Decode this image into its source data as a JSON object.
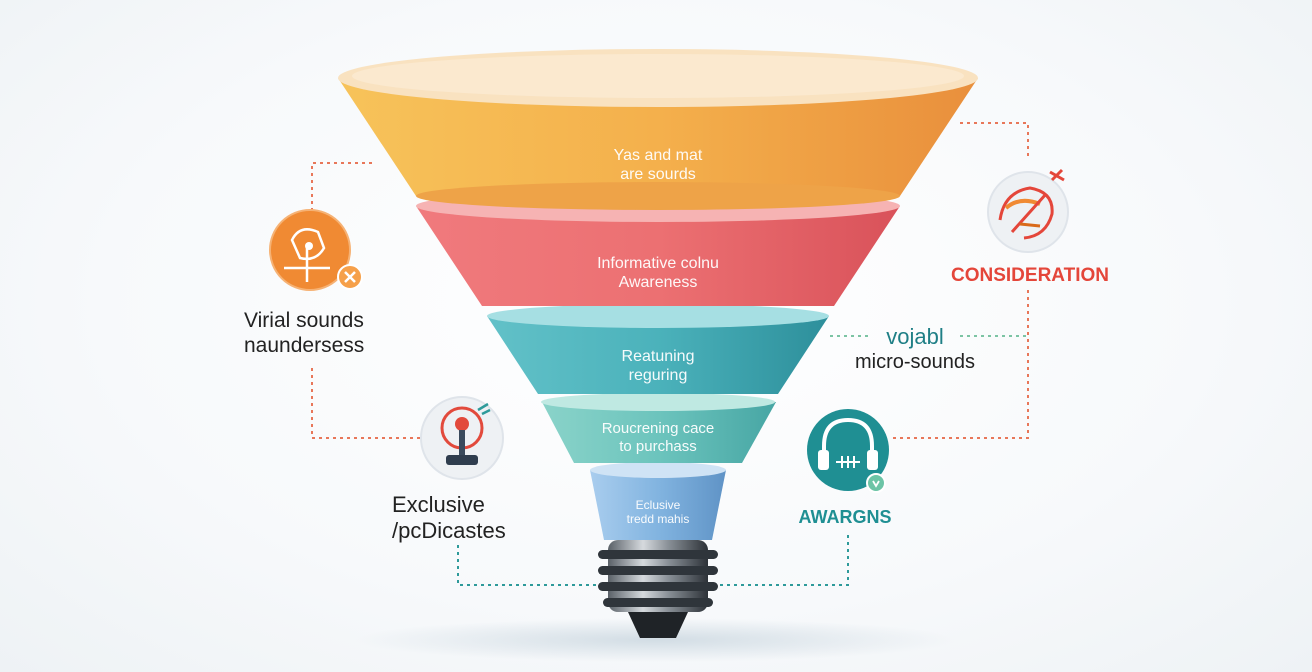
{
  "funnel": {
    "stage1": {
      "line1": "Yas and mat",
      "line2": "are sourds"
    },
    "stage2": {
      "line1": "Informative colnu",
      "line2": "Awareness"
    },
    "stage3": {
      "line1": "Reatuning",
      "line2": "reguring"
    },
    "stage4": {
      "line1": "Roucrening cace",
      "line2": "to purchass"
    },
    "stage5": {
      "line1": "Eclusive",
      "line2": "tredd mahis"
    }
  },
  "left_top": {
    "line1": "Virial sounds",
    "line2": "naundersess"
  },
  "left_bottom": {
    "line1": "Exclusive",
    "line2": "/pcDicastes"
  },
  "right_top": {
    "label": "CONSIDERATION"
  },
  "right_middle": {
    "line1": "vojabl",
    "line2": "micro-sounds"
  },
  "right_bottom": {
    "label": "AWARGNS"
  },
  "colors": {
    "orange": "#f0a040",
    "red": "#e86468",
    "teal": "#3fa7b3",
    "teal_light": "#6cc4bd",
    "blue": "#7aaedb",
    "consideration_text": "#e4463a",
    "awargns_text": "#1f8f93",
    "connector_orange": "#e8775a",
    "connector_teal": "#2e9a9a",
    "connector_green": "#7cc4a4"
  },
  "icons": {
    "left_top": "orange-cursor-icon",
    "left_bottom": "joystick-icon",
    "right_top": "sketch-pencil-icon",
    "right_bottom": "headphones-icon"
  }
}
